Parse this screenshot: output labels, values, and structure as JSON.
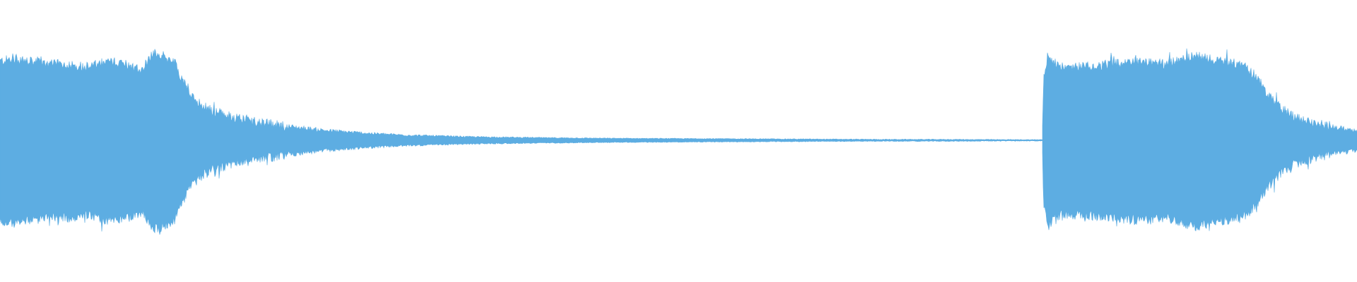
{
  "waveform": {
    "color": "#5dade2",
    "background": "#ffffff",
    "segments": [
      {
        "name": "first-burst",
        "envelope": [
          [
            0.0,
            0.28
          ],
          [
            0.01,
            0.29
          ],
          [
            0.02,
            0.28
          ],
          [
            0.035,
            0.27
          ],
          [
            0.05,
            0.27
          ],
          [
            0.065,
            0.26
          ],
          [
            0.08,
            0.28
          ],
          [
            0.095,
            0.27
          ],
          [
            0.105,
            0.25
          ],
          [
            0.112,
            0.31
          ],
          [
            0.12,
            0.3
          ],
          [
            0.128,
            0.28
          ],
          [
            0.134,
            0.22
          ],
          [
            0.14,
            0.16
          ],
          [
            0.15,
            0.12
          ],
          [
            0.165,
            0.09
          ],
          [
            0.185,
            0.07
          ],
          [
            0.21,
            0.05
          ],
          [
            0.24,
            0.035
          ],
          [
            0.27,
            0.025
          ],
          [
            0.3,
            0.018
          ],
          [
            0.35,
            0.012
          ],
          [
            0.4,
            0.009
          ],
          [
            0.45,
            0.007
          ],
          [
            0.5,
            0.006
          ],
          [
            0.55,
            0.005
          ],
          [
            0.6,
            0.004
          ],
          [
            0.65,
            0.003
          ],
          [
            0.7,
            0.003
          ],
          [
            0.75,
            0.002
          ],
          [
            0.768,
            0.002
          ]
        ]
      },
      {
        "name": "second-burst",
        "envelope": [
          [
            0.768,
            0.002
          ],
          [
            0.769,
            0.22
          ],
          [
            0.772,
            0.3
          ],
          [
            0.78,
            0.26
          ],
          [
            0.8,
            0.26
          ],
          [
            0.82,
            0.27
          ],
          [
            0.84,
            0.28
          ],
          [
            0.86,
            0.27
          ],
          [
            0.88,
            0.3
          ],
          [
            0.9,
            0.28
          ],
          [
            0.915,
            0.27
          ],
          [
            0.925,
            0.23
          ],
          [
            0.935,
            0.16
          ],
          [
            0.945,
            0.11
          ],
          [
            0.955,
            0.08
          ],
          [
            0.97,
            0.06
          ],
          [
            0.985,
            0.045
          ],
          [
            1.0,
            0.035
          ]
        ]
      }
    ]
  }
}
